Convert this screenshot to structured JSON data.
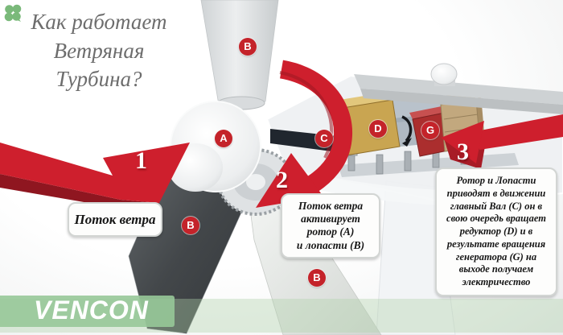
{
  "title": {
    "line1": "Как работает",
    "line2": "Ветряная",
    "line3": "Турбина?"
  },
  "steps": {
    "s1": "1",
    "s2": "2",
    "s3": "3"
  },
  "markers": {
    "rotor": "A",
    "blade": "B",
    "shaft": "C",
    "gearbox": "D",
    "generator": "G"
  },
  "callouts": {
    "wind_flow": "Поток ветра",
    "activation": {
      "line1": "Поток ветра",
      "line2": "активирует",
      "line3": "ротор (A)",
      "line4": "и лопасти (B)"
    },
    "generation": "Ротор и Лопасти приводят в движении главный Вал (C) он в свою очередь вращает редуктор (D) и в результате вращения генератора (G) на выходе получаем электричество"
  },
  "logo": {
    "text": "VENCON"
  },
  "colors": {
    "accent_red": "#c4232a",
    "arrow_red": "#ce1f2d",
    "logo_green": "#97c898",
    "gearbox_gold": "#c9a551",
    "generator_red": "#ab2e2e",
    "transformer_tan": "#c2a87e",
    "title_gray": "#6d6d6d"
  }
}
